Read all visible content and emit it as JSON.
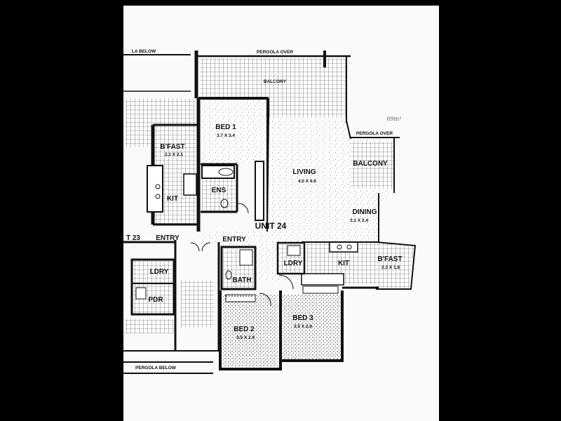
{
  "labels": {
    "pergola_below_top": "LA BELOW",
    "pergola_over_top": "PERGOLA OVER",
    "balcony_top": "BALCONY",
    "bed1": "BED 1",
    "bed1_dim": "3.7 X 3.4",
    "bfast_left": "B'FAST",
    "bfast_left_dim": "2.1 X 2.1",
    "kit_left": "KIT",
    "ens": "ENS",
    "living": "LIVING",
    "living_dim": "4.0 X 6.6",
    "pergola_over_right": "PERGOLA OVER",
    "balcony_right": "BALCONY",
    "dining": "DINING",
    "dining_dim": "3.1 X 2.4",
    "unit24": "UNIT 24",
    "unit23": "T 23",
    "entry_left": "ENTRY",
    "entry_right": "ENTRY",
    "ldry_left": "LDRY",
    "pdr": "PDR",
    "ldry_right": "LDRY",
    "kit_right": "KIT",
    "bfast_right": "B'FAST",
    "bfast_right_dim": "2.3 X 1.8",
    "bath": "BATH",
    "bed2": "BED 2",
    "bed2_dim": "3.5 X 2.9",
    "bed3": "BED 3",
    "bed3_dim": "3.5 X 2.9",
    "pergola_below_bottom": "PERGOLA BELOW",
    "handwritten_note": "69m²"
  }
}
